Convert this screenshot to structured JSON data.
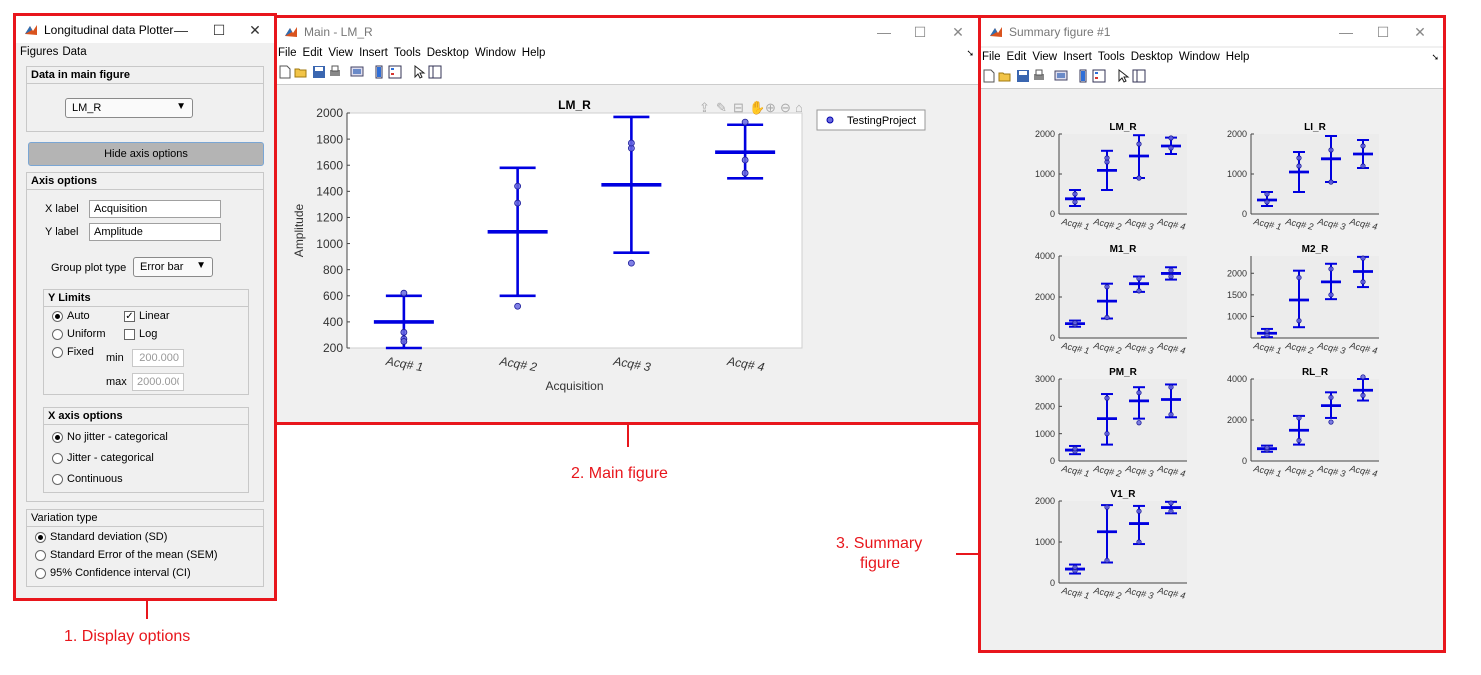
{
  "plotter": {
    "title": "Longitudinal data Plotter",
    "menu": [
      "Figures",
      "Data"
    ],
    "data_panel": {
      "title": "Data in main figure",
      "selected": "LM_R"
    },
    "hide_button": "Hide axis options",
    "axis_panel": {
      "title": "Axis options",
      "xlabel_label": "X label",
      "xlabel_value": "Acquisition",
      "ylabel_label": "Y label",
      "ylabel_value": "Amplitude",
      "group_label": "Group plot type",
      "group_value": "Error bar"
    },
    "ylimits": {
      "title": "Y Limits",
      "auto": "Auto",
      "uniform": "Uniform",
      "fixed": "Fixed",
      "linear": "Linear",
      "log": "Log",
      "min_label": "min",
      "min_value": "200.000",
      "max_label": "max",
      "max_value": "2000.000"
    },
    "xaxis": {
      "title": "X axis options",
      "opt1": "No jitter - categorical",
      "opt2": "Jitter - categorical",
      "opt3": "Continuous"
    },
    "variation": {
      "title": "Variation type",
      "opt1": "Standard deviation (SD)",
      "opt2": "Standard Error of the mean (SEM)",
      "opt3": "95% Confidence interval (CI)"
    }
  },
  "main": {
    "title": "Main - LM_R",
    "menu": [
      "File",
      "Edit",
      "View",
      "Insert",
      "Tools",
      "Desktop",
      "Window",
      "Help"
    ]
  },
  "summary": {
    "title": "Summary figure #1",
    "menu": [
      "File",
      "Edit",
      "View",
      "Insert",
      "Tools",
      "Desktop",
      "Window",
      "Help"
    ]
  },
  "annotations": {
    "c1": "1. Display options",
    "c2": "2. Main figure",
    "c3a": "3. Summary",
    "c3b": "figure"
  },
  "colors": {
    "accent": "#e8161c",
    "series": "#0000e0",
    "point": "#6a6ae0"
  },
  "chart_data": [
    {
      "type": "scatter",
      "title": "LM_R",
      "xlabel": "Acquisition",
      "ylabel": "Amplitude",
      "categories": [
        "Acq# 1",
        "Acq# 2",
        "Acq# 3",
        "Acq# 4"
      ],
      "ylim": [
        200,
        2000
      ],
      "yticks": [
        200,
        400,
        600,
        800,
        1000,
        1200,
        1400,
        1600,
        1800,
        2000
      ],
      "legend": "top-right",
      "series": [
        {
          "name": "TestingProject",
          "means": [
            400,
            1090,
            1450,
            1700
          ],
          "lower": [
            200,
            600,
            930,
            1500
          ],
          "upper": [
            600,
            1580,
            1970,
            1910
          ],
          "points": [
            [
              620,
              320,
              270,
              250
            ],
            [
              520,
              1310,
              1440
            ],
            [
              850,
              1730,
              1770
            ],
            [
              1540,
              1640,
              1930
            ]
          ]
        }
      ]
    },
    {
      "type": "scatter",
      "title": "LM_R",
      "categories": [
        "Acq# 1",
        "Acq# 2",
        "Acq# 3",
        "Acq# 4"
      ],
      "ylim": [
        0,
        2000
      ],
      "yticks": [
        0,
        1000,
        2000
      ],
      "series": [
        {
          "means": [
            380,
            1090,
            1450,
            1700
          ],
          "lower": [
            200,
            600,
            900,
            1500
          ],
          "upper": [
            600,
            1580,
            1970,
            1910
          ],
          "points": [
            [
              300,
              500
            ],
            [
              1300,
              1400
            ],
            [
              900,
              1750
            ],
            [
              1650,
              1900
            ]
          ]
        }
      ]
    },
    {
      "type": "scatter",
      "title": "LI_R",
      "categories": [
        "Acq# 1",
        "Acq# 2",
        "Acq# 3",
        "Acq# 4"
      ],
      "ylim": [
        0,
        2000
      ],
      "yticks": [
        0,
        1000,
        2000
      ],
      "series": [
        {
          "means": [
            350,
            1050,
            1380,
            1500
          ],
          "lower": [
            200,
            550,
            800,
            1150
          ],
          "upper": [
            550,
            1550,
            1950,
            1850
          ],
          "points": [
            [
              300,
              500
            ],
            [
              1200,
              1400
            ],
            [
              800,
              1600
            ],
            [
              1200,
              1700
            ]
          ]
        }
      ]
    },
    {
      "type": "scatter",
      "title": "M1_R",
      "categories": [
        "Acq# 1",
        "Acq# 2",
        "Acq# 3",
        "Acq# 4"
      ],
      "ylim": [
        0,
        4000
      ],
      "yticks": [
        0,
        2000,
        4000
      ],
      "series": [
        {
          "means": [
            700,
            1800,
            2650,
            3150
          ],
          "lower": [
            550,
            950,
            2250,
            2850
          ],
          "upper": [
            850,
            2650,
            3000,
            3450
          ],
          "points": [
            [
              650,
              750
            ],
            [
              1000,
              2500
            ],
            [
              2300,
              2900
            ],
            [
              3000,
              3300
            ]
          ]
        }
      ]
    },
    {
      "type": "scatter",
      "title": "M2_R",
      "categories": [
        "Acq# 1",
        "Acq# 2",
        "Acq# 3",
        "Acq# 4"
      ],
      "ylim": [
        500,
        2400
      ],
      "yticks": [
        1000,
        1500,
        2000
      ],
      "series": [
        {
          "means": [
            610,
            1380,
            1800,
            2040
          ],
          "lower": [
            520,
            750,
            1400,
            1680
          ],
          "upper": [
            710,
            2060,
            2220,
            2380
          ],
          "points": [
            [
              560,
              660
            ],
            [
              900,
              1900
            ],
            [
              1500,
              2100
            ],
            [
              1800,
              2350
            ]
          ]
        }
      ]
    },
    {
      "type": "scatter",
      "title": "PM_R",
      "categories": [
        "Acq# 1",
        "Acq# 2",
        "Acq# 3",
        "Acq# 4"
      ],
      "ylim": [
        0,
        3000
      ],
      "yticks": [
        0,
        1000,
        2000,
        3000
      ],
      "series": [
        {
          "means": [
            400,
            1550,
            2200,
            2250
          ],
          "lower": [
            250,
            600,
            1550,
            1600
          ],
          "upper": [
            550,
            2450,
            2700,
            2800
          ],
          "points": [
            [
              350,
              450
            ],
            [
              1000,
              2300
            ],
            [
              1400,
              2500
            ],
            [
              1700,
              2700
            ]
          ]
        }
      ]
    },
    {
      "type": "scatter",
      "title": "RL_R",
      "categories": [
        "Acq# 1",
        "Acq# 2",
        "Acq# 3",
        "Acq# 4"
      ],
      "ylim": [
        0,
        4000
      ],
      "yticks": [
        0,
        2000,
        4000
      ],
      "series": [
        {
          "means": [
            600,
            1500,
            2700,
            3450
          ],
          "lower": [
            450,
            800,
            2100,
            2950
          ],
          "upper": [
            750,
            2200,
            3350,
            4000
          ],
          "points": [
            [
              550,
              650
            ],
            [
              1000,
              2100
            ],
            [
              1900,
              3100
            ],
            [
              3200,
              4100
            ]
          ]
        }
      ]
    },
    {
      "type": "scatter",
      "title": "V1_R",
      "categories": [
        "Acq# 1",
        "Acq# 2",
        "Acq# 3",
        "Acq# 4"
      ],
      "ylim": [
        0,
        2000
      ],
      "yticks": [
        0,
        1000,
        2000
      ],
      "series": [
        {
          "means": [
            340,
            1250,
            1450,
            1840
          ],
          "lower": [
            230,
            500,
            950,
            1700
          ],
          "upper": [
            450,
            1900,
            1880,
            1980
          ],
          "points": [
            [
              300,
              380
            ],
            [
              550,
              1850
            ],
            [
              1000,
              1750
            ],
            [
              1750,
              1950
            ]
          ]
        }
      ]
    }
  ]
}
